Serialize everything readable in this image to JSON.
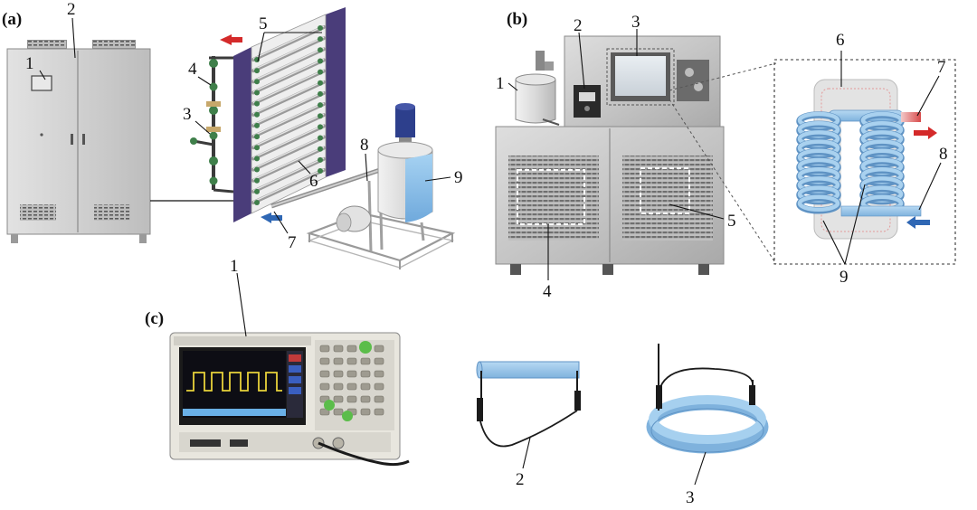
{
  "panels": {
    "a": {
      "letter": "(a)",
      "callouts": [
        "1",
        "2",
        "3",
        "4",
        "5",
        "6",
        "7",
        "8",
        "9"
      ]
    },
    "b": {
      "letter": "(b)",
      "callouts": [
        "1",
        "2",
        "3",
        "4",
        "5",
        "6",
        "7",
        "8",
        "9"
      ]
    },
    "c": {
      "letter": "(c)",
      "callouts": [
        "1",
        "2",
        "3"
      ]
    }
  },
  "colors": {
    "cabinet": "#d0d0d0",
    "steel": "#c4c4c4",
    "coil": "#9ec6e8",
    "tank_water": "#8cc0ea",
    "hot_arrow": "#d42a2a",
    "cold_arrow": "#2f67b4",
    "plate": "#4a3d7a",
    "pipe_green": "#3f7f4a"
  }
}
